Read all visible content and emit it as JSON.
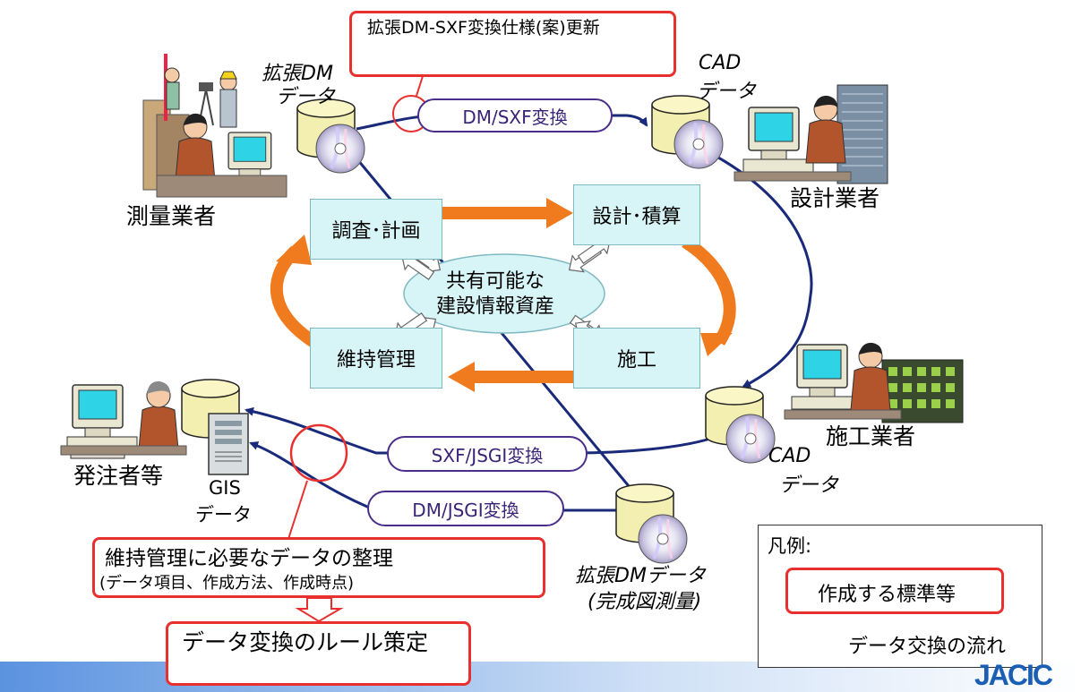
{
  "top_box": {
    "title": "拡張DM-SXF変換仕様(案)更新"
  },
  "actors": {
    "surveyor": "測量業者",
    "designer": "設計業者",
    "constructor": "施工業者",
    "orderer": "発注者等"
  },
  "data_labels": {
    "ext_dm_top_1": "拡張DM",
    "ext_dm_top_2": "データ",
    "cad_top_1": "CAD",
    "cad_top_2": "データ",
    "cad_right_1": "CAD",
    "cad_right_2": "データ",
    "gis_1": "GIS",
    "gis_2": "データ",
    "ext_dm_bottom_1": "拡張DMデータ",
    "ext_dm_bottom_2": "(完成図測量)"
  },
  "conversions": {
    "dm_sxf": "DM/SXF変換",
    "sxf_jsgi": "SXF/JSGI変換",
    "dm_jsgi": "DM/JSGI変換"
  },
  "stages": {
    "survey": "調査･計画",
    "design": "設計･積算",
    "construction": "施工",
    "maintenance": "維持管理"
  },
  "center": {
    "line1": "共有可能な",
    "line2": "建設情報資産"
  },
  "bottom_box": {
    "line1": "維持管理に必要なデータの整理",
    "line2": "(データ項目、作成方法、作成時点)"
  },
  "rule_box": {
    "title": "データ変換のルール策定"
  },
  "legend": {
    "title": "凡例:",
    "standard": "作成する標準等",
    "flow": "データ交換の流れ"
  },
  "logo": "JACIC",
  "colors": {
    "red": "#e8302e",
    "orange": "#f07a1e",
    "navy": "#1a2a7a",
    "cyan": "#d7f4f7",
    "purple": "#4a2f8a"
  }
}
